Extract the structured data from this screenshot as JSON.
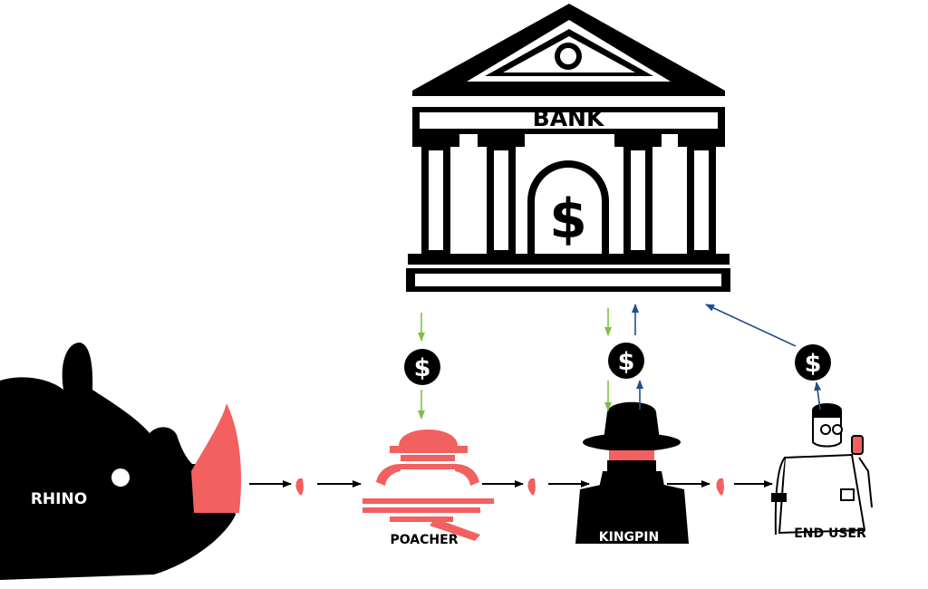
{
  "bank": {
    "label": "BANK"
  },
  "nodes": {
    "rhino": {
      "label": "RHINO"
    },
    "poacher": {
      "label": "POACHER"
    },
    "kingpin": {
      "label": "KINGPIN"
    },
    "end_user": {
      "label": "END USER"
    }
  },
  "money_symbol": "$",
  "icons": {
    "bank": "bank-building-icon",
    "rhino": "rhino-icon",
    "poacher": "poacher-icon",
    "kingpin": "kingpin-spy-icon",
    "end_user": "end-user-icon",
    "horn": "horn-icon",
    "dollar": "dollar-coin-icon"
  },
  "colors": {
    "ink": "#000000",
    "horn": "#f26060",
    "money_to_node": "#7bc142",
    "money_to_bank": "#1f4e8c"
  }
}
